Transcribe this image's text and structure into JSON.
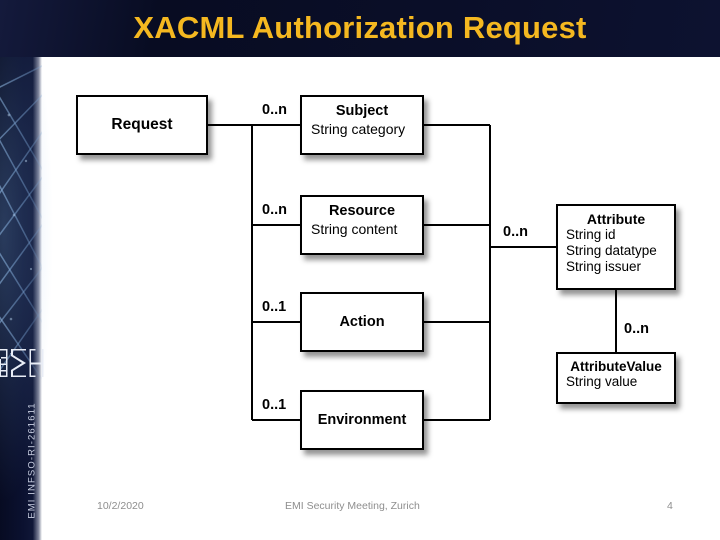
{
  "slide": {
    "title": "XACML Authorization Request",
    "title_color": "#f5b820",
    "header_bg": "#0a0e28",
    "body_bg": "#ffffff"
  },
  "sidebar": {
    "logo_alt": "emi-logo",
    "project_code": "EMI INFSO-RI-261611"
  },
  "diagram": {
    "type": "uml-class-diagram",
    "nodes": [
      {
        "id": "request",
        "title": "Request",
        "attributes": []
      },
      {
        "id": "subject",
        "title": "Subject",
        "attributes": [
          "String category"
        ]
      },
      {
        "id": "resource",
        "title": "Resource",
        "attributes": [
          "String content"
        ]
      },
      {
        "id": "action",
        "title": "Action",
        "attributes": []
      },
      {
        "id": "environment",
        "title": "Environment",
        "attributes": []
      },
      {
        "id": "attribute",
        "title": "Attribute",
        "attributes": [
          "String id",
          "String datatype",
          "String issuer"
        ]
      },
      {
        "id": "attribute-value",
        "title": "AttributeValue",
        "attributes": [
          "String value"
        ]
      }
    ],
    "cardinalities": [
      {
        "id": "subject",
        "label": "0..n"
      },
      {
        "id": "resource",
        "label": "0..n"
      },
      {
        "id": "action",
        "label": "0..1"
      },
      {
        "id": "environment",
        "label": "0..1"
      },
      {
        "id": "attribute",
        "label": "0..n"
      },
      {
        "id": "attributevalue",
        "label": "0..n"
      }
    ]
  },
  "footer": {
    "date": "10/2/2020",
    "event": "EMI Security Meeting, Zurich",
    "page": "4"
  }
}
